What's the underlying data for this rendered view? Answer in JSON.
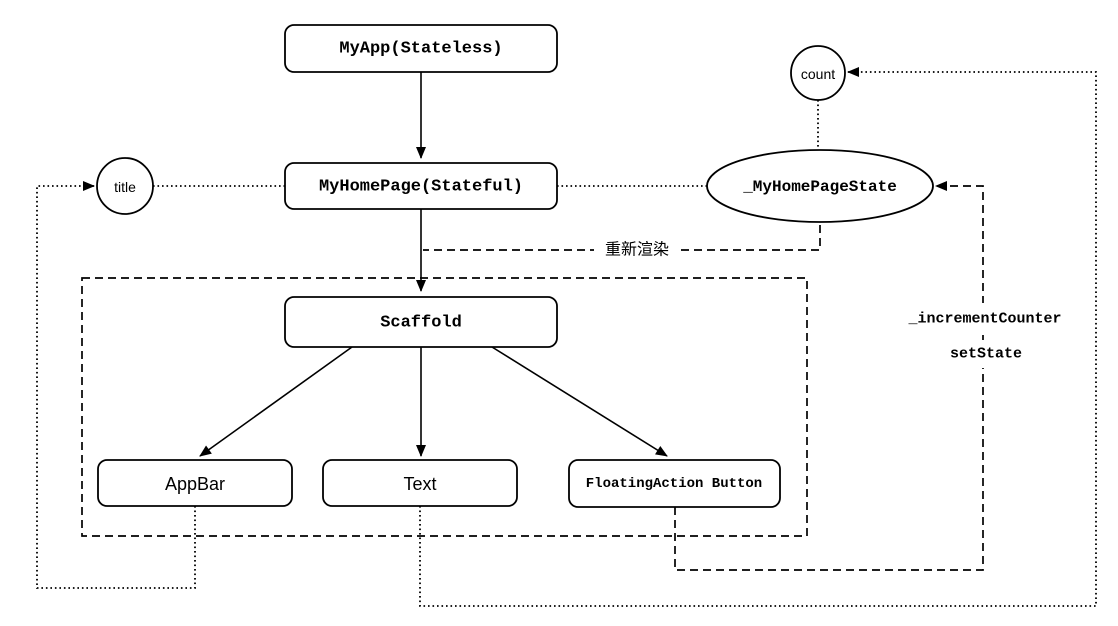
{
  "canvas": {
    "background_color": "#ffffff",
    "line_color": "#000000"
  },
  "nodes": {
    "my_app": {
      "label": "MyApp(Stateless)",
      "shape": "rounded-rect"
    },
    "my_home_page": {
      "label": "MyHomePage(Stateful)",
      "shape": "rounded-rect"
    },
    "scaffold": {
      "label": "Scaffold",
      "shape": "rounded-rect"
    },
    "app_bar": {
      "label": "AppBar",
      "shape": "rounded-rect"
    },
    "text_widget": {
      "label": "Text",
      "shape": "rounded-rect"
    },
    "floating_action_button": {
      "label": "FloatingAction Button",
      "shape": "rounded-rect"
    },
    "title_state": {
      "label": "title",
      "shape": "circle"
    },
    "count_state": {
      "label": "count",
      "shape": "circle"
    },
    "home_page_state": {
      "label": "_MyHomePageState",
      "shape": "ellipse"
    }
  },
  "edge_labels": {
    "rerender": {
      "label": "重新渲染"
    },
    "increment_counter": {
      "label": "_incrementCounter"
    },
    "set_state": {
      "label": "setState"
    }
  }
}
